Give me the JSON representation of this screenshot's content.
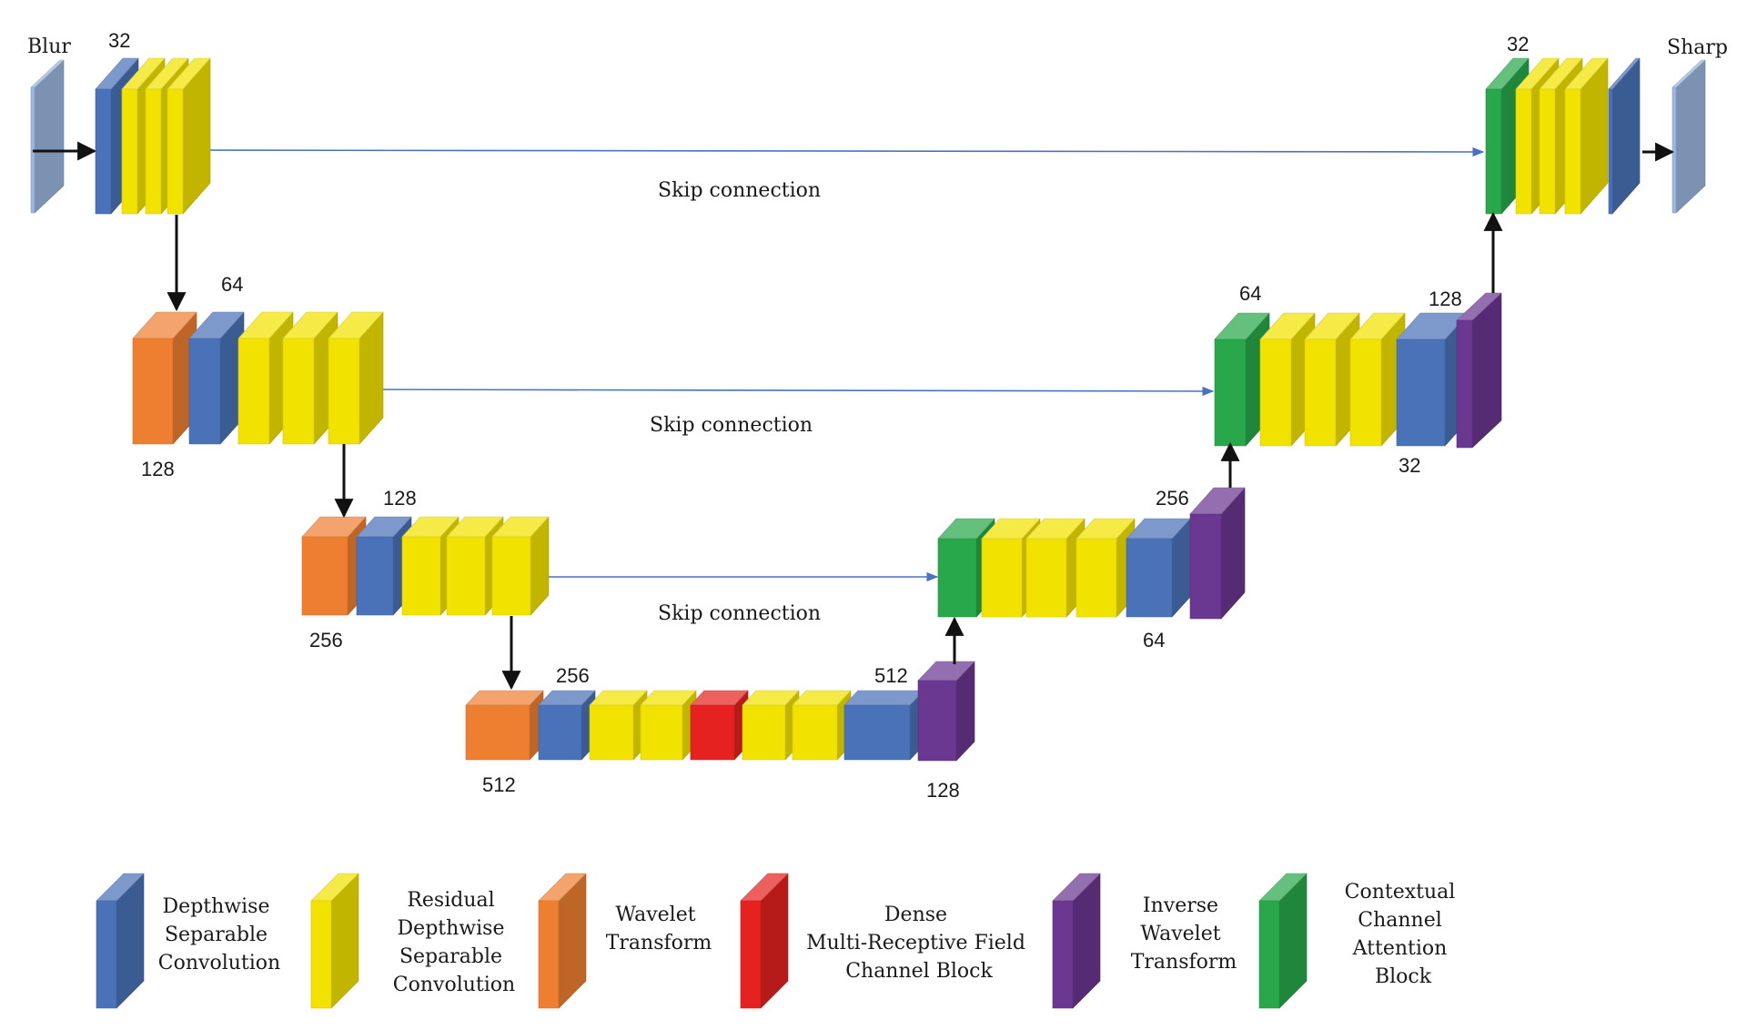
{
  "io": {
    "input": "Blur",
    "output": "Sharp"
  },
  "skip_label": "Skip connection",
  "numbers": {
    "enc1_top": "32",
    "enc2_top": "64",
    "enc2_bottom": "128",
    "enc3_top": "128",
    "enc3_bottom": "256",
    "bott_left_top": "256",
    "bott_right_top": "512",
    "bott_left_bottom": "512",
    "bott_right_bottom": "128",
    "dec3_top": "256",
    "dec3_bottom": "64",
    "dec2_top_left": "64",
    "dec2_top_right": "128",
    "dec2_bottom": "32",
    "dec1_top": "32"
  },
  "legend": [
    {
      "key": "dsc",
      "color": "#4a72b8",
      "lines": [
        "Depthwise",
        "Separable",
        "Convolution"
      ]
    },
    {
      "key": "rdsc",
      "color": "#f2e200",
      "lines": [
        "Residual",
        "Depthwise",
        "Separable",
        "Convolution"
      ]
    },
    {
      "key": "wt",
      "color": "#ee7f31",
      "lines": [
        "Wavelet",
        "Transform"
      ]
    },
    {
      "key": "dmrf",
      "color": "#e5221f",
      "lines": [
        "Dense",
        "Multi-Receptive Field",
        "Channel Block"
      ]
    },
    {
      "key": "iwt",
      "color": "#6a3791",
      "lines": [
        "Inverse",
        "Wavelet",
        "Transform"
      ]
    },
    {
      "key": "ccab",
      "color": "#28a74b",
      "lines": [
        "Contextual",
        "Channel",
        "Attention",
        "Block"
      ]
    }
  ],
  "colors": {
    "dsc": "#4a72b8",
    "rdsc": "#f2e200",
    "wt": "#ee7f31",
    "dmrf": "#e5221f",
    "iwt": "#6a3791",
    "ccab": "#28a74b",
    "io": "#9bb7df",
    "skip_arrow": "#4a72c4",
    "flow_arrow": "#111111"
  }
}
